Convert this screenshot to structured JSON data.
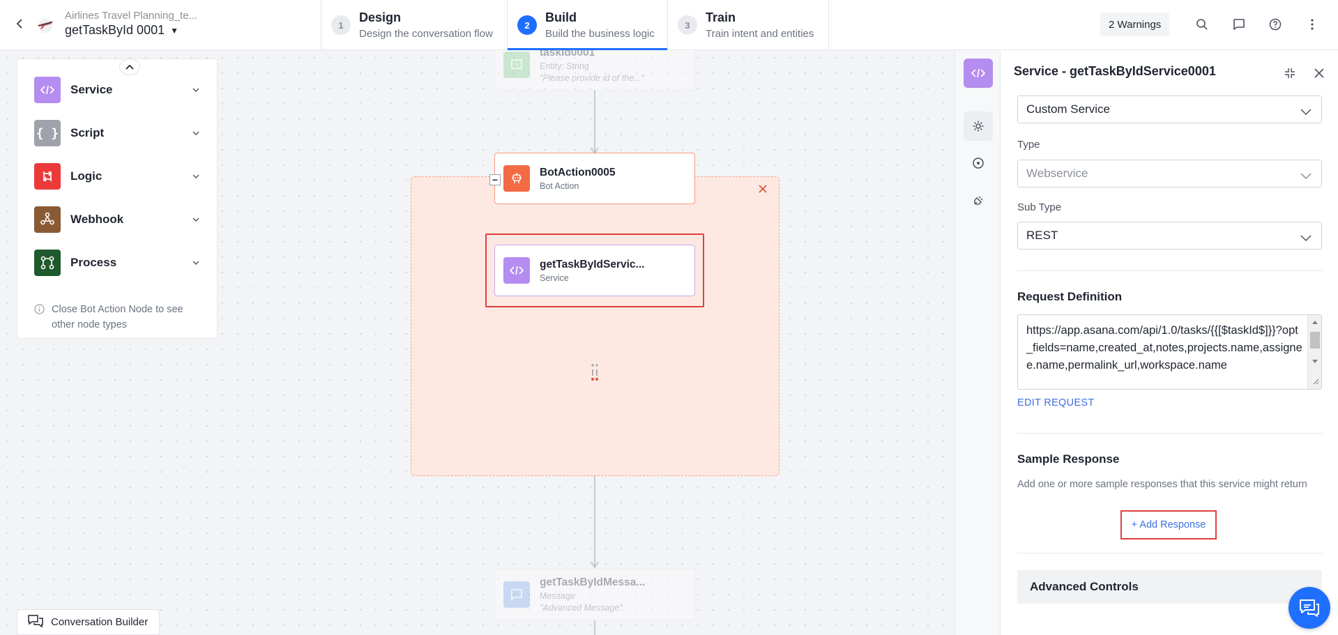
{
  "header": {
    "app_parent": "Airlines Travel Planning_te...",
    "app_name": "getTaskById 0001",
    "steps": [
      {
        "num": "1",
        "title": "Design",
        "subtitle": "Design the conversation flow"
      },
      {
        "num": "2",
        "title": "Build",
        "subtitle": "Build the business logic"
      },
      {
        "num": "3",
        "title": "Train",
        "subtitle": "Train intent and entities"
      }
    ],
    "warnings": "2 Warnings"
  },
  "palette": {
    "items": [
      {
        "label": "Service",
        "icon": "code-icon",
        "color": "#b58cf0"
      },
      {
        "label": "Script",
        "icon": "braces-icon",
        "color": "#9ea3ab"
      },
      {
        "label": "Logic",
        "icon": "logic-icon",
        "color": "#ec3a3a"
      },
      {
        "label": "Webhook",
        "icon": "webhook-icon",
        "color": "#8a5a35"
      },
      {
        "label": "Process",
        "icon": "process-icon",
        "color": "#1f5a2e"
      }
    ],
    "info": "Close Bot Action Node to see other node types"
  },
  "canvas": {
    "nodes": [
      {
        "title": "taskId0001",
        "subtitle": "Entity: String",
        "extra": "\"Please provide id of the...\""
      },
      {
        "title": "BotAction0005",
        "subtitle": "Bot Action"
      },
      {
        "title": "getTaskByIdServic...",
        "subtitle": "Service"
      },
      {
        "title": "getTaskByIdMessa...",
        "subtitle": "Message",
        "extra": "\"Advanced Message\""
      }
    ],
    "conv_builder": "Conversation Builder"
  },
  "panel": {
    "title": "Service - getTaskByIdService0001",
    "service_type": "Custom Service",
    "type_label": "Type",
    "type_value": "Webservice",
    "subtype_label": "Sub Type",
    "subtype_value": "REST",
    "request_title": "Request Definition",
    "request_url": "https://app.asana.com/api/1.0/tasks/{{[$taskId$]}}?opt_fields=name,created_at,notes,projects.name,assignee.name,permalink_url,workspace.name",
    "edit_request": "EDIT REQUEST",
    "sample_title": "Sample Response",
    "sample_desc": "Add one or more sample responses that this service might return",
    "add_response": "+ Add Response",
    "advanced": "Advanced Controls"
  },
  "colors": {
    "accent": "#1f6fff",
    "highlight": "#e03e3e",
    "bot_action": "#f36b45",
    "service": "#b58cf0"
  }
}
